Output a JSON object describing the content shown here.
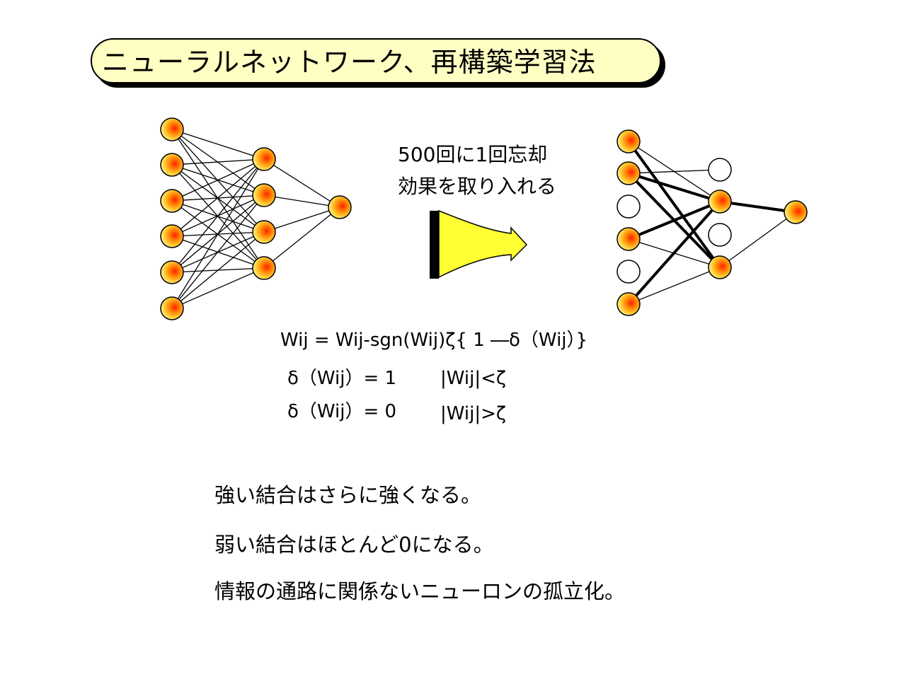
{
  "title": "ニューラルネットワーク、再構築学習法",
  "caption": {
    "line1": "500回に1回忘却",
    "line2": "効果を取り入れる"
  },
  "formula": {
    "main": "Wij = Wij-sgn(Wij)ζ{ 1 ―δ（Wij）}",
    "cond1_lhs": "δ（Wij）= 1",
    "cond1_rhs": "|Wij|<ζ",
    "cond2_lhs": "δ（Wij）= 0",
    "cond2_rhs": "|Wij|>ζ"
  },
  "bullets": [
    "強い結合はさらに強くなる。",
    "弱い結合はほとんど0になる。",
    "情報の通路に関係ないニューロンの孤立化。"
  ],
  "colors": {
    "title_bg": "#ffffc4",
    "arrow_fill": "#ffff33",
    "neuron_outer": "#f5a800",
    "neuron_inner": "#ff3300"
  }
}
